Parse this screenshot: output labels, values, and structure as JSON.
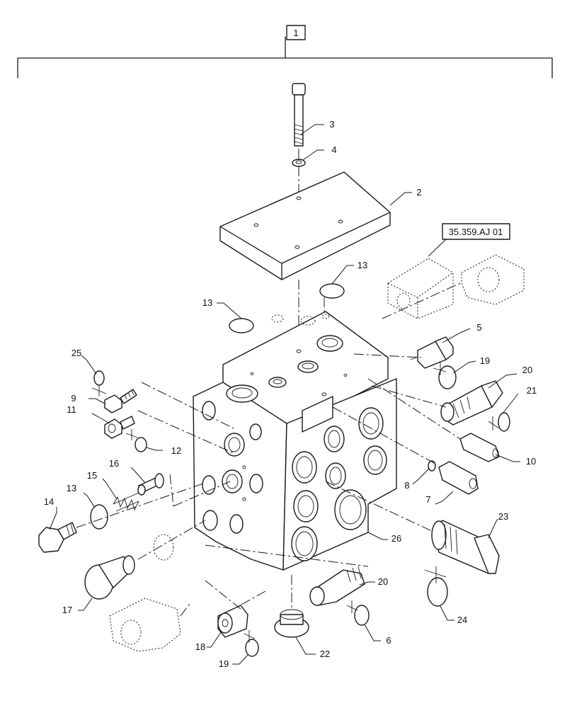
{
  "diagram": {
    "assembly_number": "1",
    "reference_label": "35.359.AJ 01",
    "callouts": {
      "c3": "3",
      "c4": "4",
      "c2": "2",
      "c13a": "13",
      "c13b": "13",
      "c13c": "13",
      "c25": "25",
      "c9": "9",
      "c11": "11",
      "c12": "12",
      "c16": "16",
      "c15": "15",
      "c14": "14",
      "c17": "17",
      "c5": "5",
      "c19a": "19",
      "c19b": "19",
      "c20a": "20",
      "c20b": "20",
      "c21": "21",
      "c10": "10",
      "c8": "8",
      "c7": "7",
      "c23": "23",
      "c26": "26",
      "c24": "24",
      "c6": "6",
      "c22": "22",
      "c18": "18"
    }
  }
}
